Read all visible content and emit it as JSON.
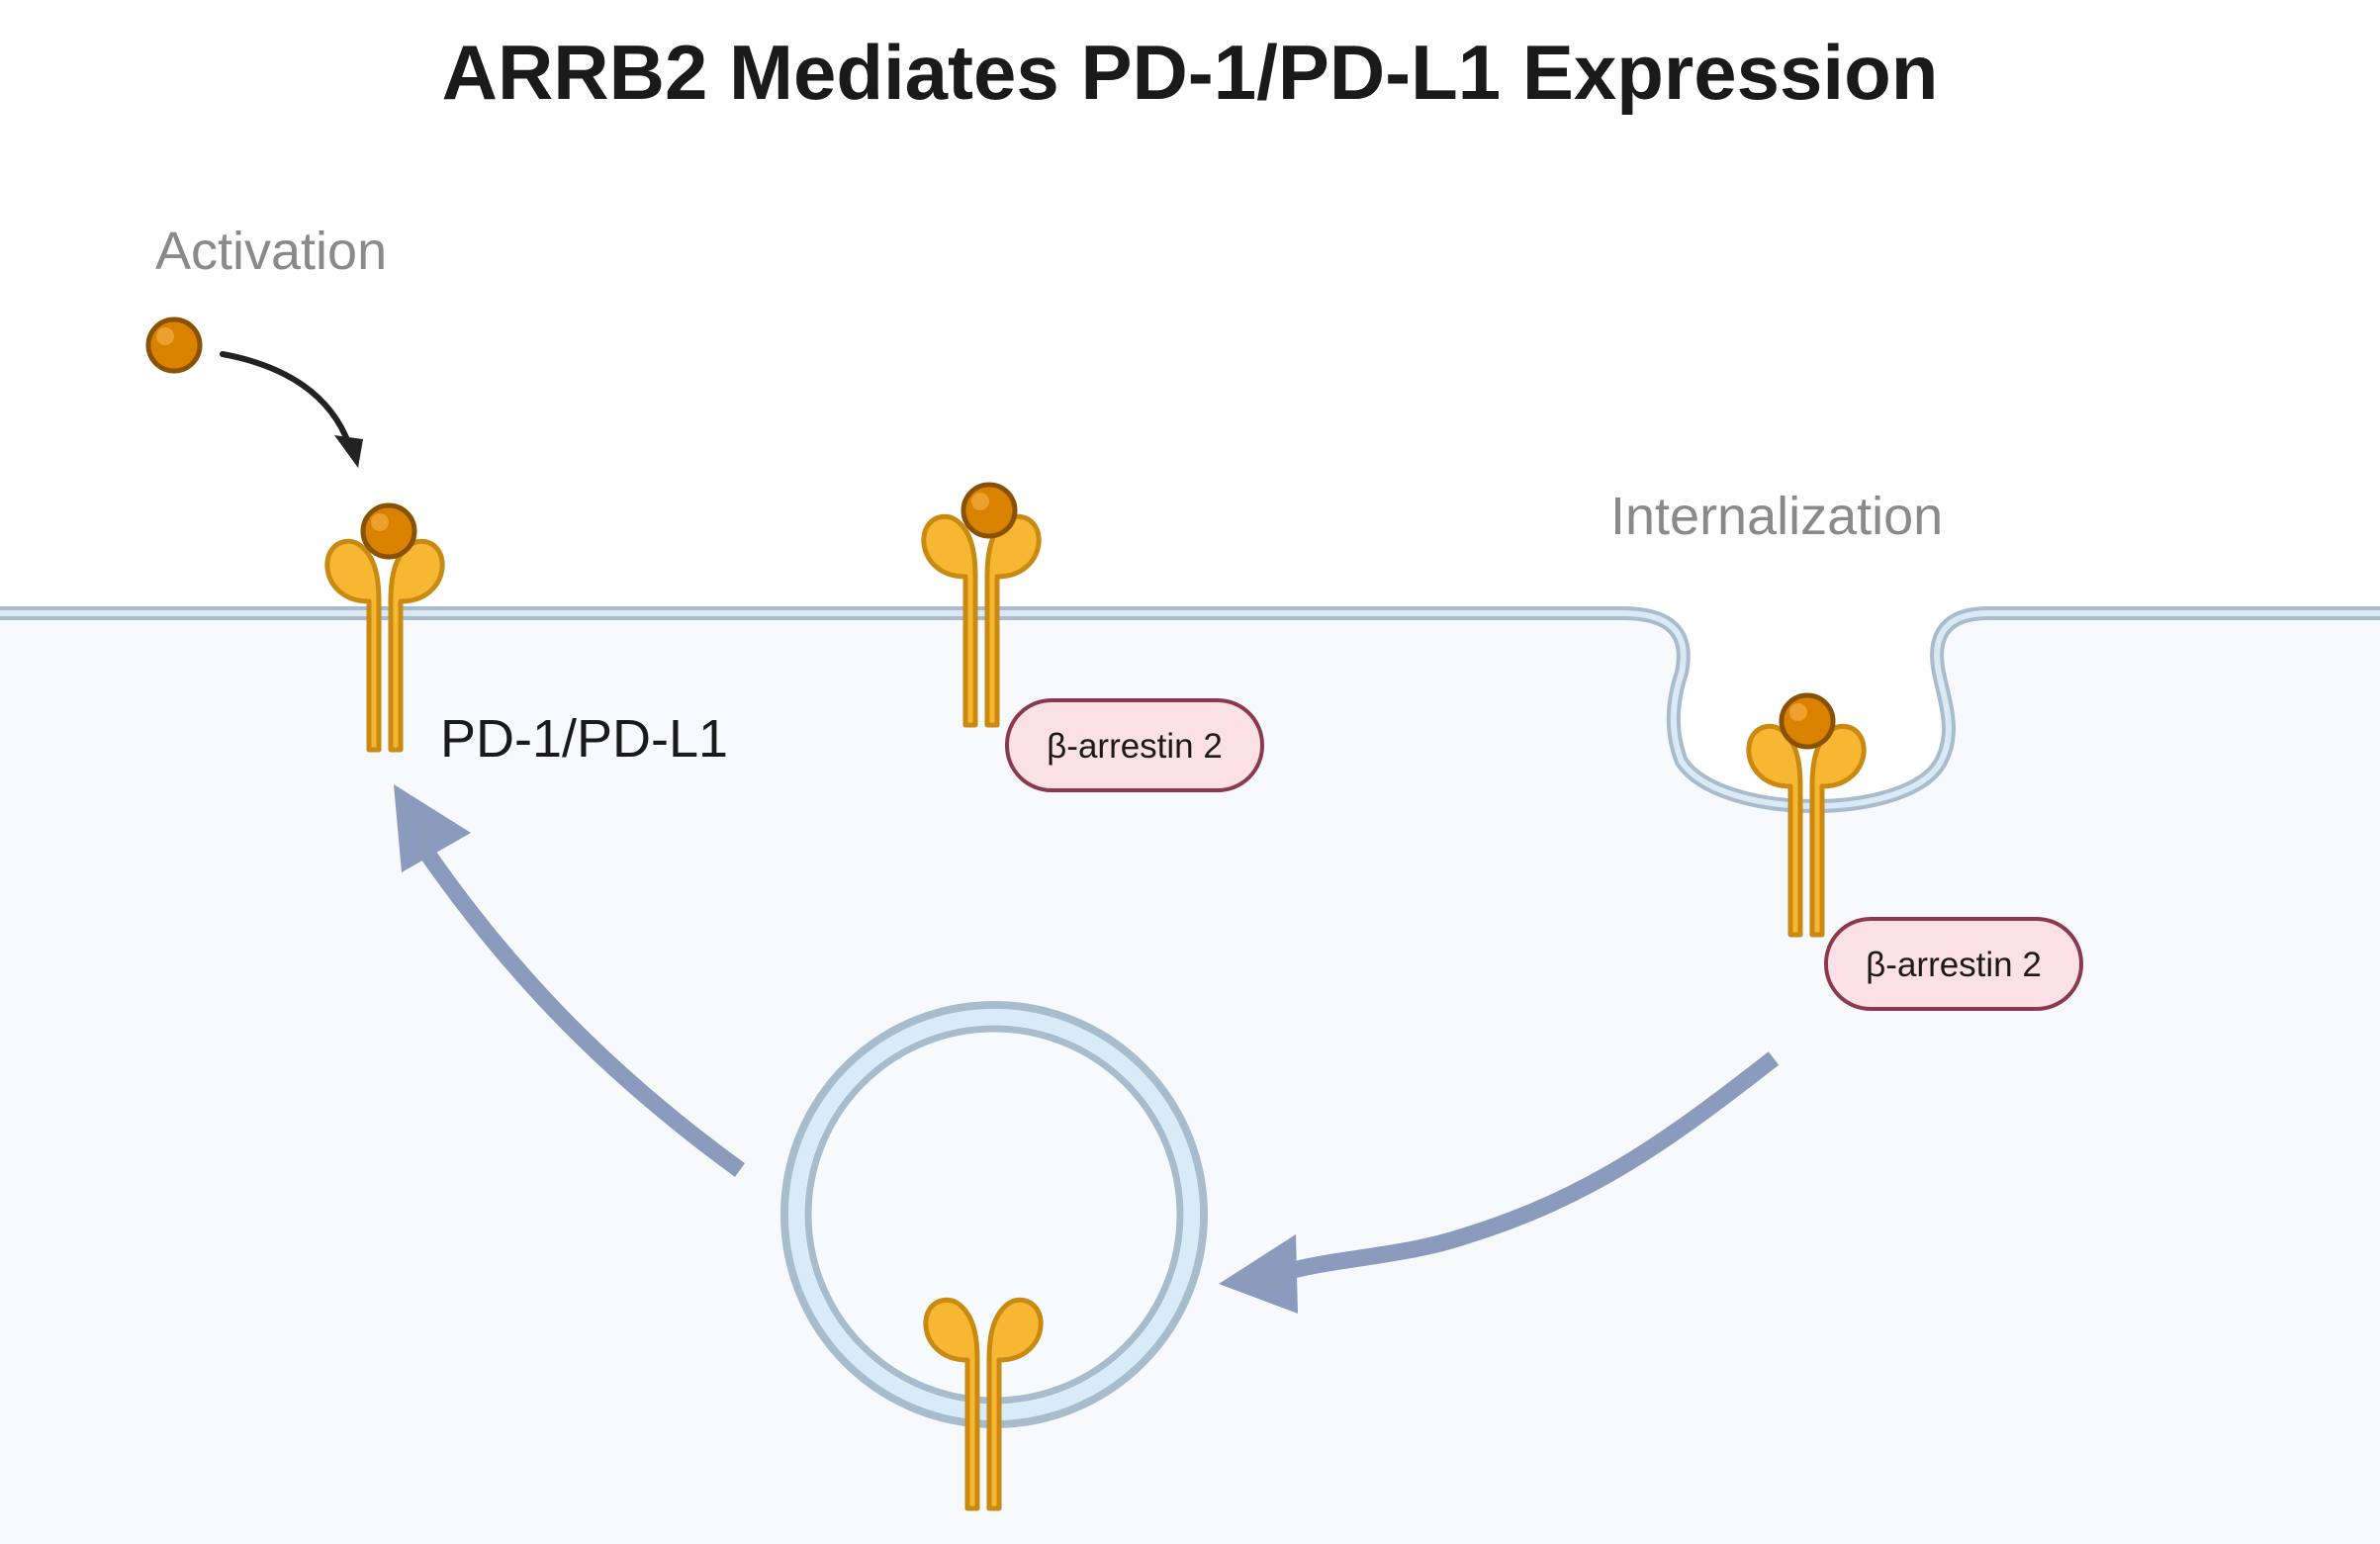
{
  "title": "ARRB2 Mediates PD-1/PD-L1 Expression",
  "labels": {
    "activation": "Activation",
    "internalization": "Internalization",
    "receptor": "PD-1/PD-L1",
    "arrestin_1": "β-arrestin 2",
    "arrestin_2": "β-arrestin 2"
  },
  "colors": {
    "receptor_fill": "#f7b733",
    "receptor_stroke": "#c98a12",
    "ligand_fill": "#d98200",
    "ligand_stroke": "#8a5200",
    "membrane_fill": "#dbe9f5",
    "membrane_stroke": "#a7bccd",
    "cytoplasm": "#f8f9fd",
    "arrow": "#8a9bbe",
    "arrestin_fill": "#fbe0e4",
    "arrestin_stroke": "#8a3a4e"
  }
}
